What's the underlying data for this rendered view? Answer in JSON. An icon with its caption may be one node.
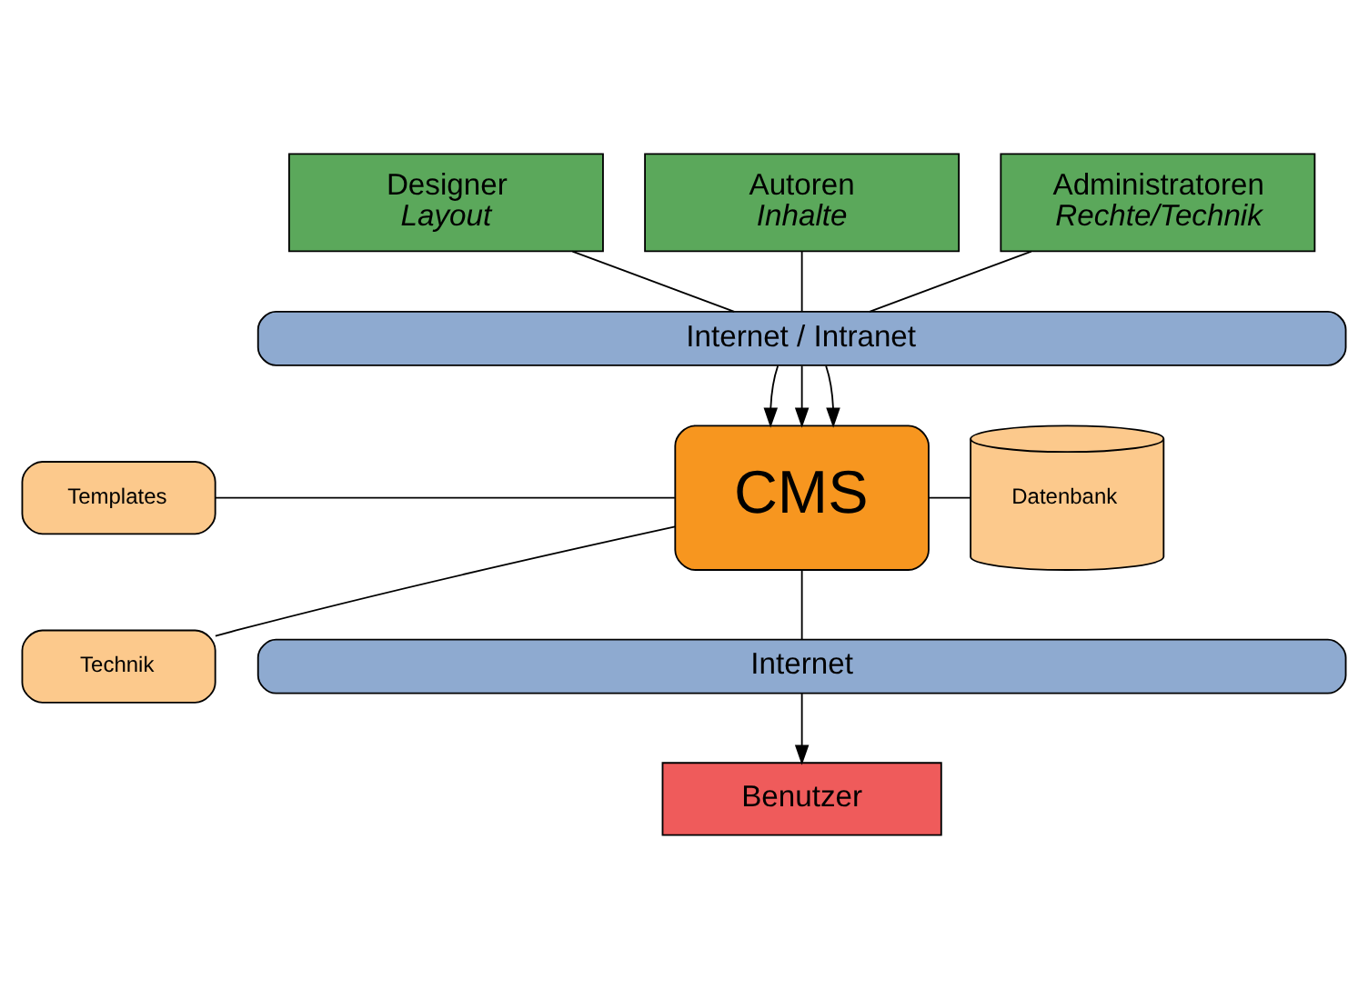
{
  "diagram": {
    "nodes": [
      {
        "text": [
          "Designer",
          "Layout"
        ]
      },
      {
        "text": [
          "Autoren",
          "Inhalte"
        ]
      },
      {
        "text": [
          "Administratoren",
          "Rechte/Technik"
        ]
      },
      {
        "text": [
          "Internet / Intranet"
        ]
      },
      {
        "text": [
          "Templates"
        ]
      },
      {
        "text": [
          "Technik"
        ]
      },
      {
        "text": [
          "CMS"
        ]
      },
      {
        "text": [
          "Datenbank"
        ]
      },
      {
        "text": [
          "Internet"
        ]
      },
      {
        "text": [
          "Benutzer"
        ]
      }
    ],
    "edges": [
      {
        "from": 0,
        "to": 3,
        "arrow": "none"
      },
      {
        "from": 1,
        "to": 3,
        "arrow": "none"
      },
      {
        "from": 2,
        "to": 3,
        "arrow": "none"
      },
      {
        "from": 3,
        "to": 6,
        "arrow": "to"
      },
      {
        "from": 3,
        "to": 6,
        "arrow": "to"
      },
      {
        "from": 3,
        "to": 6,
        "arrow": "to"
      },
      {
        "from": 4,
        "to": 6,
        "arrow": "none"
      },
      {
        "from": 5,
        "to": 6,
        "arrow": "none"
      },
      {
        "from": 6,
        "to": 7,
        "arrow": "none"
      },
      {
        "from": 6,
        "to": 8,
        "arrow": "none"
      },
      {
        "from": 8,
        "to": 9,
        "arrow": "to"
      }
    ]
  }
}
